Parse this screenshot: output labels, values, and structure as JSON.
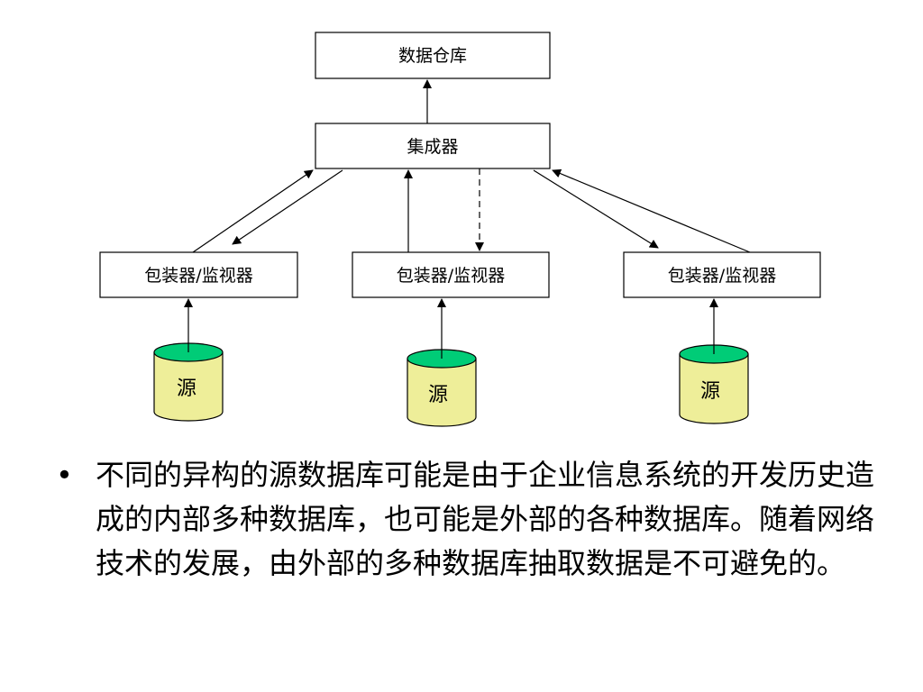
{
  "diagram": {
    "warehouse_label": "数据仓库",
    "integrator_label": "集成器",
    "wrappers": [
      {
        "label": "包装器/监视器"
      },
      {
        "label": "包装器/监视器"
      },
      {
        "label": "包装器/监视器"
      }
    ],
    "sources": [
      {
        "label": "源"
      },
      {
        "label": "源"
      },
      {
        "label": "源"
      }
    ],
    "colors": {
      "cylinder_top": "#00cc77",
      "cylinder_body": "#eeee99",
      "stroke": "#000000"
    }
  },
  "bullet": {
    "symbol": "•",
    "text": "不同的异构的源数据库可能是由于企业信息系统的开发历史造成的内部多种数据库，也可能是外部的各种数据库。随着网络技术的发展，由外部的多种数据库抽取数据是不可避免的。"
  }
}
